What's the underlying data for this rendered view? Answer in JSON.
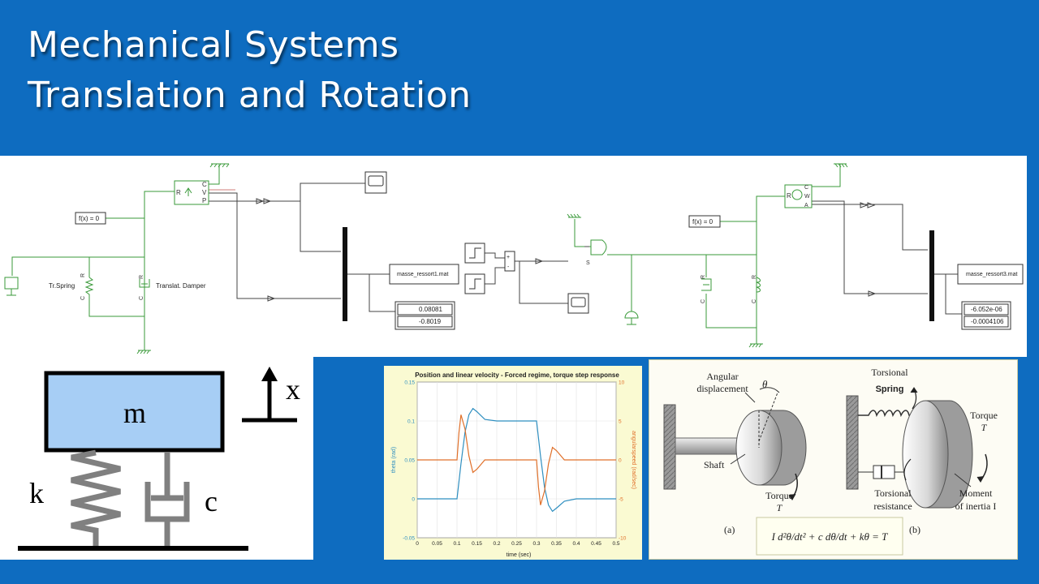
{
  "title": {
    "line1": "Mechanical Systems",
    "line2": "Translation and Rotation"
  },
  "simulink": {
    "fx_left": "f(x) = 0",
    "fx_right": "f(x) = 0",
    "spring_label": "Tr.Spring",
    "damper_label": "Translat. Damper",
    "file_left": "masse_ressort1.mat",
    "file_right": "masse_ressort3.mat",
    "display_left": [
      "0.08081",
      "-0.8019"
    ],
    "display_right": [
      "-6.052e-06",
      "-0.0004106"
    ],
    "port_r": "R",
    "port_c": "C",
    "port_v": "V",
    "port_p": "P",
    "port_w": "W",
    "port_a": "A",
    "port_s": "S"
  },
  "mass_spring": {
    "mass": "m",
    "spring": "k",
    "damper": "c",
    "axis": "x"
  },
  "torsion": {
    "angular_displacement": [
      "Angular",
      "displacement"
    ],
    "theta": "θ",
    "shaft": "Shaft",
    "torque_a": [
      "Torque",
      "T"
    ],
    "torsional_spring": [
      "Torsional",
      "Spring"
    ],
    "torque_b": [
      "Torque",
      "T"
    ],
    "torsional_resistance": [
      "Torsional",
      "resistance"
    ],
    "moment_of_inertia": [
      "Moment",
      "of inertia I"
    ],
    "label_a": "(a)",
    "label_b": "(b)",
    "equation": "I d²θ/dt² + c dθ/dt + kθ = T"
  },
  "chart_data": {
    "type": "line",
    "title": "Position and linear velocity - Forced regime, torque step response",
    "xlabel": "time (sec)",
    "ylabel": "theta (rad)",
    "ylabel_right": "angularspeed (rad/sec)",
    "xlim": [
      0,
      0.5
    ],
    "ylim": [
      -0.05,
      0.15
    ],
    "ylim_right": [
      -10,
      10
    ],
    "x_ticks": [
      "0",
      "0.05",
      "0.1",
      "0.15",
      "0.2",
      "0.25",
      "0.3",
      "0.35",
      "0.4",
      "0.45",
      "0.5"
    ],
    "y_ticks": [
      "-0.05",
      "0",
      "0.05",
      "0.1",
      "0.15"
    ],
    "y_ticks_right": [
      "-10",
      "-5",
      "0",
      "5",
      "10"
    ],
    "grid": true,
    "series": [
      {
        "axis": "left",
        "color": "#2f8fc0",
        "x": [
          0,
          0.1,
          0.11,
          0.12,
          0.13,
          0.14,
          0.15,
          0.17,
          0.2,
          0.25,
          0.3,
          0.31,
          0.32,
          0.33,
          0.34,
          0.35,
          0.37,
          0.4,
          0.45,
          0.5
        ],
        "y": [
          0,
          0,
          0.045,
          0.085,
          0.108,
          0.116,
          0.112,
          0.102,
          0.1,
          0.1,
          0.1,
          0.055,
          0.015,
          -0.008,
          -0.016,
          -0.012,
          -0.003,
          0,
          0,
          0
        ]
      },
      {
        "axis": "right",
        "color": "#e0702a",
        "x": [
          0,
          0.1,
          0.105,
          0.11,
          0.12,
          0.13,
          0.14,
          0.15,
          0.17,
          0.2,
          0.3,
          0.305,
          0.31,
          0.32,
          0.33,
          0.34,
          0.35,
          0.37,
          0.4,
          0.5
        ],
        "y": [
          0,
          0,
          3.5,
          5.8,
          4,
          0.5,
          -1.6,
          -1.2,
          0,
          0,
          0,
          -3.5,
          -5.8,
          -4,
          -0.5,
          1.6,
          1.2,
          0,
          0,
          0
        ]
      }
    ]
  }
}
